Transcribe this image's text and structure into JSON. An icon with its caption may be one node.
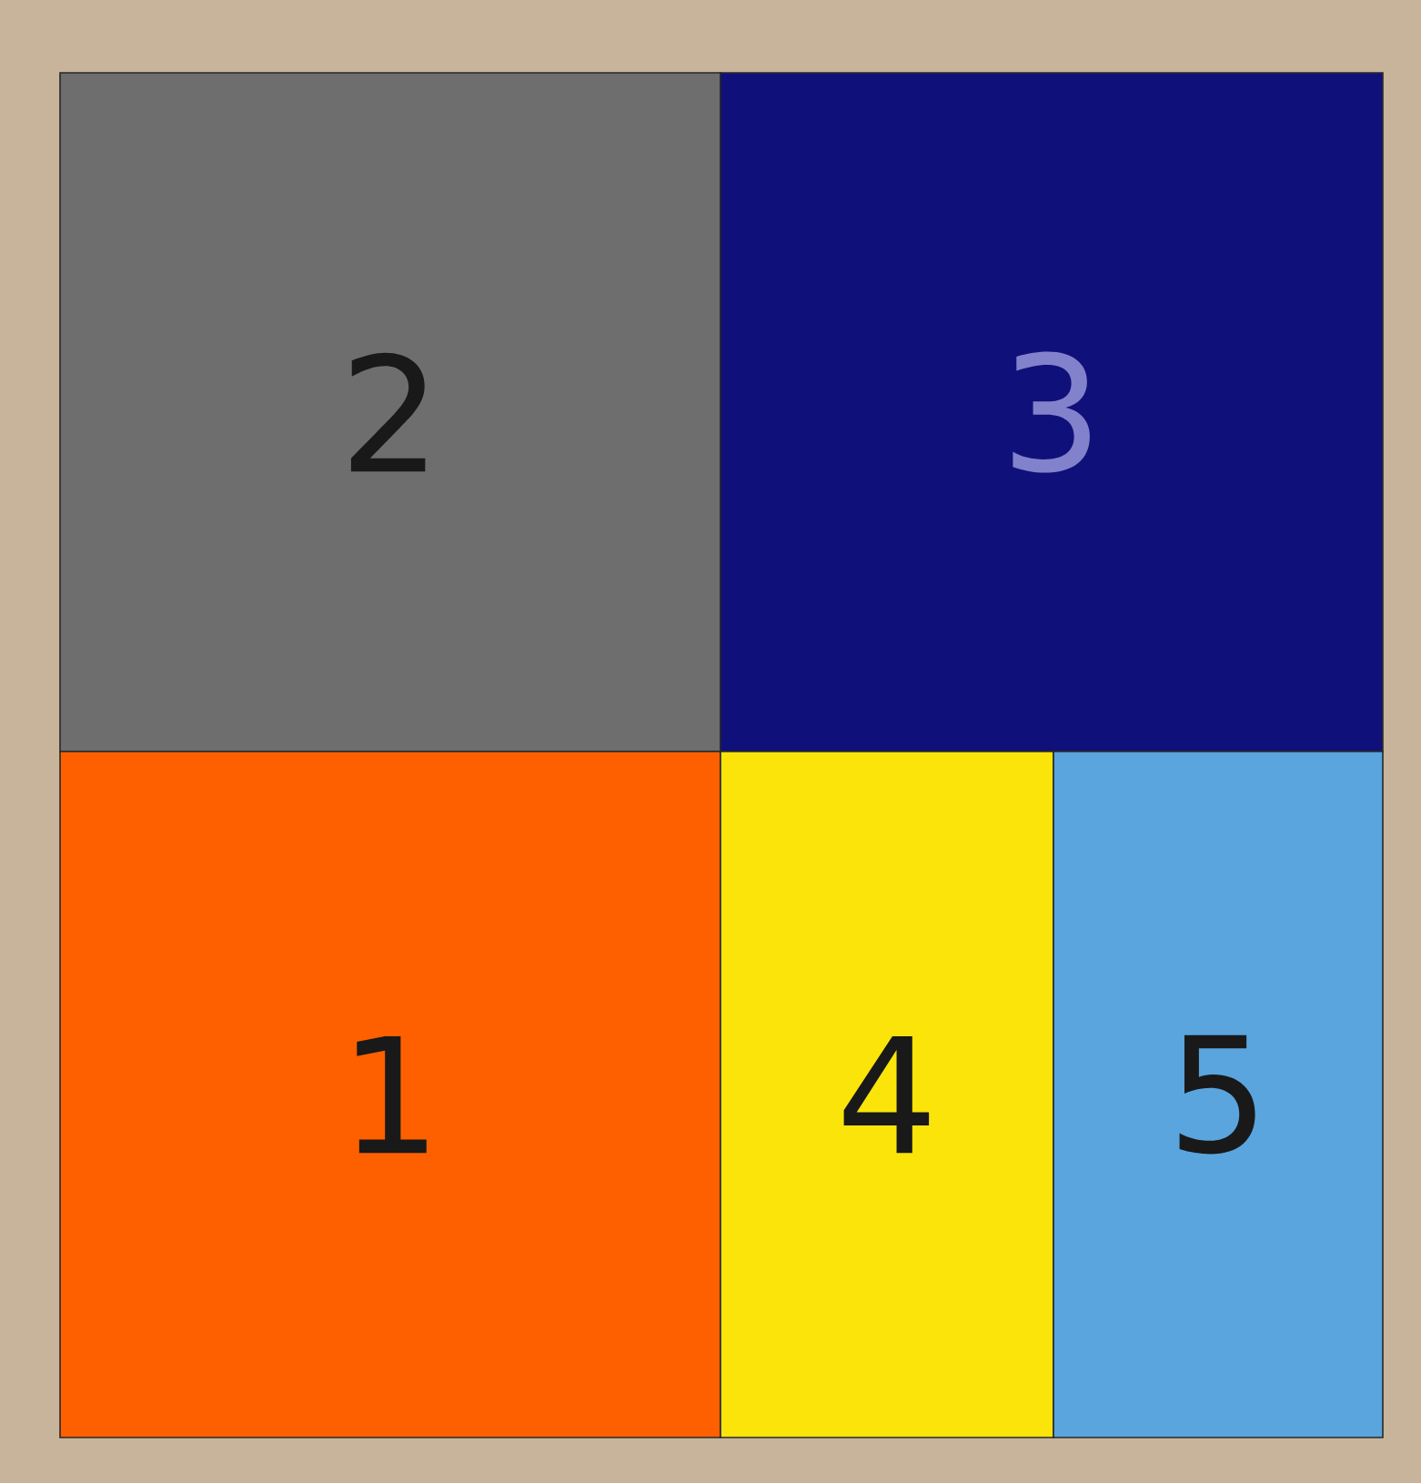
{
  "diagram": {
    "nodes": [
      {
        "text": [
          "2"
        ]
      },
      {
        "text": [
          "3"
        ]
      },
      {
        "text": [
          "1"
        ]
      },
      {
        "text": [
          "4"
        ]
      },
      {
        "text": [
          "5"
        ]
      }
    ],
    "edges": []
  }
}
